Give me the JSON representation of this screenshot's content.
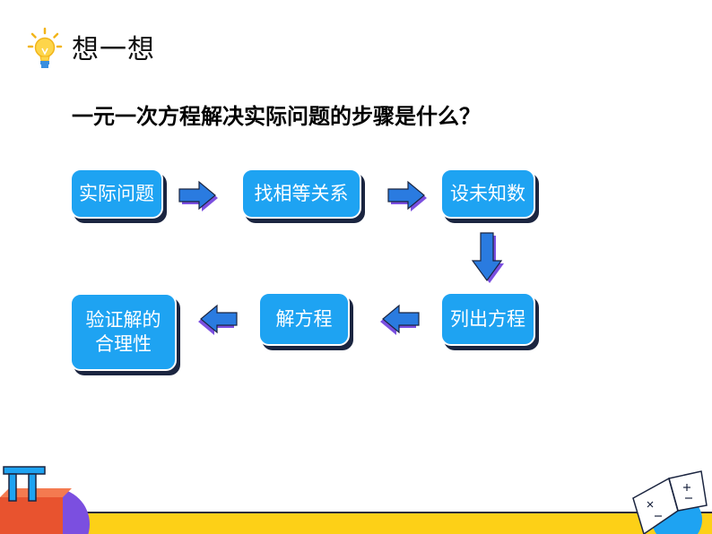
{
  "header": {
    "title": "想一想"
  },
  "question": "一元一次方程解决实际问题的步骤是什么？",
  "steps": {
    "s1": "实际问题",
    "s2": "找相等关系",
    "s3": "设未知数",
    "s4": "列出方程",
    "s5": "解方程",
    "s6_line1": "验证解的",
    "s6_line2": "合理性"
  },
  "colors": {
    "box": "#1ea3f2",
    "arrow": "#2a7be0",
    "arrow_shadow": "#7b4fe0",
    "accent": "#fdd017"
  },
  "icons": [
    "lightbulb-icon",
    "pi-icon",
    "book-icon"
  ]
}
